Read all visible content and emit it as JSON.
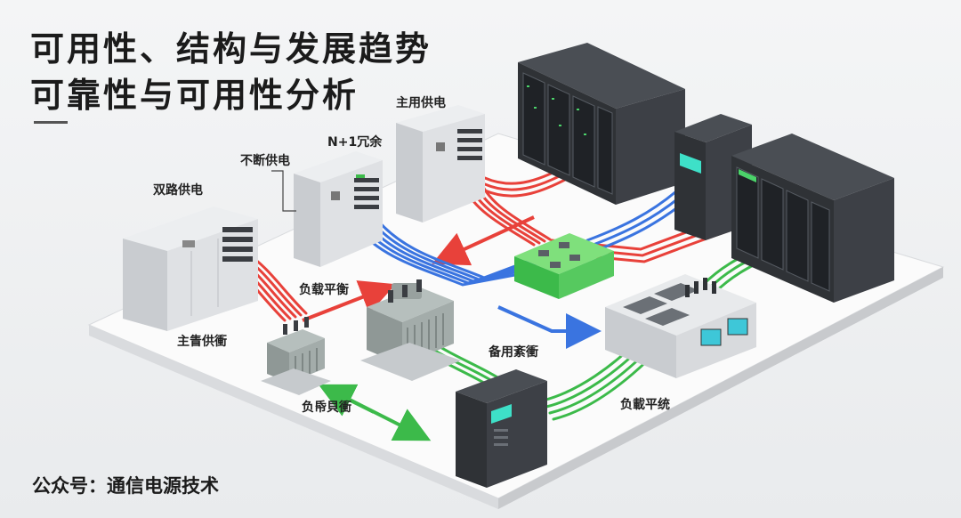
{
  "header": {
    "title_line1": "可用性、结构与发展趋势",
    "title_line2": "可靠性与可用性分析"
  },
  "labels": {
    "dual_power": "双路供电",
    "ups": "不断供电",
    "n_plus_1": "N+1冗余",
    "main_power": "主用供电",
    "load_balance": "负载平衡",
    "main_supply": "主眚供衝",
    "standby_system": "备用紊衝",
    "load_return": "负帋貝衝",
    "load_system": "负載平统"
  },
  "footer": {
    "text": "公众号：通信电源技术"
  },
  "colors": {
    "red_line": "#e8413a",
    "blue_line": "#3a74e0",
    "green_line": "#3cba4a",
    "cabinet_light": "#d6d8db",
    "cabinet_dark": "#2f3236",
    "floor": "#f7f7f8"
  },
  "icons": {
    "transformer": "transformer-icon",
    "switchgear": "switchgear-cabinet-icon",
    "server_rack": "server-rack-icon",
    "distribution_hub": "distribution-hub-icon"
  }
}
